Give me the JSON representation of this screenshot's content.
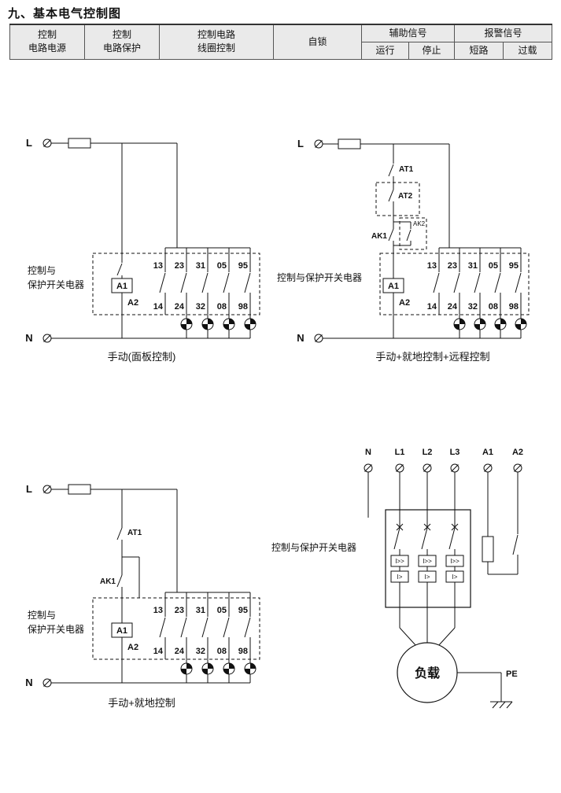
{
  "page": {
    "title": "九、基本电气控制图"
  },
  "table": {
    "power": "控制\n电路电源",
    "protection": "控制\n电路保护",
    "coil_control": "控制电路\n线圈控制",
    "self_lock": "自锁",
    "aux_signal": "辅助信号",
    "aux_run": "运行",
    "aux_stop": "停止",
    "alarm_signal": "报警信号",
    "alarm_short": "短路",
    "alarm_overload": "过载"
  },
  "contacts": {
    "top": [
      "13",
      "23",
      "31",
      "05",
      "95"
    ],
    "bottom": [
      "14",
      "24",
      "32",
      "08",
      "98"
    ]
  },
  "coil": {
    "a1": "A1",
    "a2": "A2"
  },
  "d1": {
    "l": "L",
    "n": "N",
    "label_line1": "控制与",
    "label_line2": "保护开关电器",
    "caption": "手动(面板控制)"
  },
  "d2": {
    "l": "L",
    "n": "N",
    "at1": "AT1",
    "at2": "AT2",
    "ak1": "AK1",
    "ak2": "AK2",
    "label": "控制与保护开关电器",
    "caption": "手动+就地控制+远程控制"
  },
  "d3": {
    "l": "L",
    "n": "N",
    "at1": "AT1",
    "ak1": "AK1",
    "label_line1": "控制与",
    "label_line2": "保护开关电器",
    "caption": "手动+就地控制"
  },
  "d4": {
    "terminals": [
      "N",
      "L1",
      "L2",
      "L3",
      "A1",
      "A2"
    ],
    "label": "控制与保护开关电器",
    "load": "负载",
    "pe": "PE",
    "trip1": "I>>",
    "trip2": "I>"
  }
}
